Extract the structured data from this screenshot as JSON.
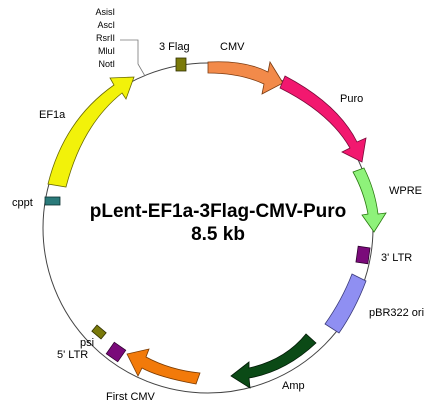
{
  "plasmid": {
    "name": "pLent-EF1a-3Flag-CMV-Puro",
    "size": "8.5 kb"
  },
  "features": {
    "cmv": {
      "label": "CMV",
      "color": "#f28a4a"
    },
    "puro": {
      "label": "Puro",
      "color": "#f2186f"
    },
    "wpre": {
      "label": "WPRE",
      "color": "#8ef27a"
    },
    "ltr3": {
      "label": "3' LTR",
      "color": "#7a0a7a"
    },
    "pbr322": {
      "label": "pBR322 ori",
      "color": "#8f8ff2"
    },
    "amp": {
      "label": "Amp",
      "color": "#0b4a16"
    },
    "first_cmv": {
      "label": "First CMV",
      "color": "#f27a0a"
    },
    "ltr5": {
      "label": "5' LTR",
      "color": "#7a0a7a"
    },
    "psi": {
      "label": "psi",
      "color": "#7a7a0a"
    },
    "cppt": {
      "label": "cppt",
      "color": "#2a7a7a"
    },
    "ef1a": {
      "label": "EF1a",
      "color": "#f2f20a"
    },
    "flag3": {
      "label": "3 Flag",
      "color": "#7a7a0a"
    }
  },
  "restriction_sites": [
    "AsisI",
    "AscI",
    "RsrII",
    "MluI",
    "NotI"
  ]
}
